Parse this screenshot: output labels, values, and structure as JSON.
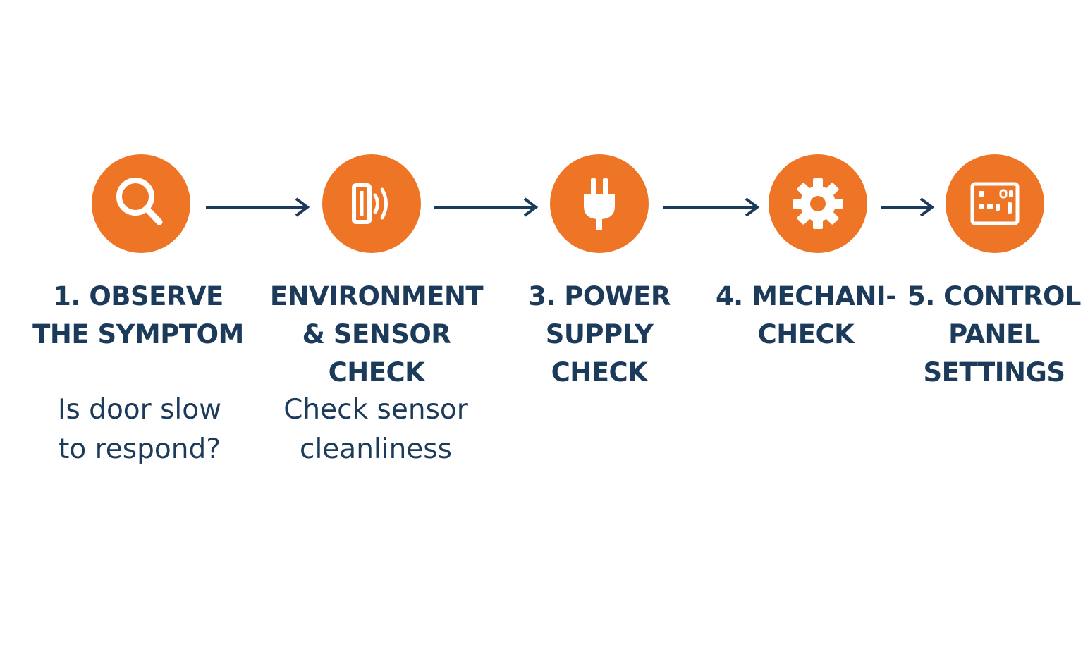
{
  "colors": {
    "accent": "#EE7526",
    "ink": "#1C3A5A",
    "icon_fill": "#ffffff"
  },
  "steps": [
    {
      "icon": "magnifier-icon",
      "title": "1. OBSERVE\nTHE SYMPTOM",
      "description": "Is door slow\nto respond?"
    },
    {
      "icon": "door-sensor-icon",
      "title": "ENVIRONMENT\n& SENSOR CHECK",
      "description": "Check sensor\ncleanliness"
    },
    {
      "icon": "plug-icon",
      "title": "3. POWER\nSUPPLY\nCHECK",
      "description": ""
    },
    {
      "icon": "gear-icon",
      "title": "4. MECHANI-\nCHECK",
      "description": ""
    },
    {
      "icon": "control-panel-icon",
      "title": "5. CONTROL\nPANEL\nSETTINGS",
      "description": ""
    }
  ]
}
